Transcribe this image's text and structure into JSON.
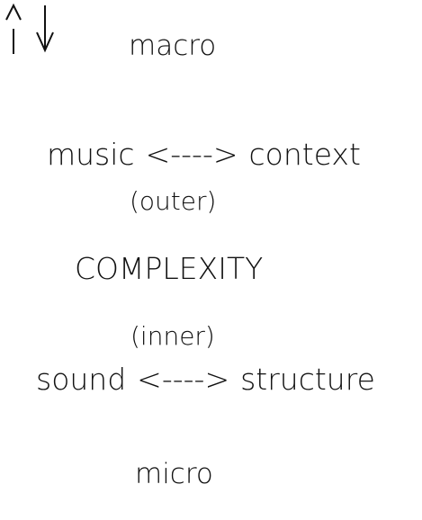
{
  "diagram": {
    "top_label": "macro",
    "bottom_label": "micro",
    "upper_pair": {
      "left": "music",
      "connector": "<---->",
      "right": "context",
      "qualifier": "(outer)"
    },
    "center_label": "COMPLEXITY",
    "lower_pair": {
      "left": "sound",
      "connector": "<---->",
      "right": "structure",
      "qualifier": "(inner)"
    },
    "arrow_color": "#111111"
  }
}
